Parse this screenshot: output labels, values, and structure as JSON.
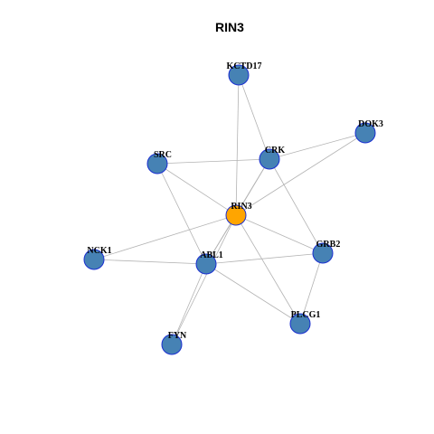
{
  "title": "RIN3",
  "colors": {
    "node_fill": "#4682b4",
    "center_fill": "#ffa500",
    "node_border": "#1a2fd1",
    "edge": "#b3b3b3"
  },
  "nodes": [
    {
      "id": "KCTD17",
      "label": "KCTD17",
      "center": false
    },
    {
      "id": "DOK3",
      "label": "DOK3",
      "center": false
    },
    {
      "id": "SRC",
      "label": "SRC",
      "center": false
    },
    {
      "id": "CRK",
      "label": "CRK",
      "center": false
    },
    {
      "id": "RIN3",
      "label": "RIN3",
      "center": true
    },
    {
      "id": "NCK1",
      "label": "NCK1",
      "center": false
    },
    {
      "id": "ABL1",
      "label": "ABL1",
      "center": false
    },
    {
      "id": "GRB2",
      "label": "GRB2",
      "center": false
    },
    {
      "id": "PLCG1",
      "label": "PLCG1",
      "center": false
    },
    {
      "id": "FYN",
      "label": "FYN",
      "center": false
    }
  ],
  "edges": [
    [
      "KCTD17",
      "RIN3"
    ],
    [
      "KCTD17",
      "CRK"
    ],
    [
      "DOK3",
      "CRK"
    ],
    [
      "DOK3",
      "RIN3"
    ],
    [
      "SRC",
      "CRK"
    ],
    [
      "SRC",
      "RIN3"
    ],
    [
      "SRC",
      "ABL1"
    ],
    [
      "CRK",
      "RIN3"
    ],
    [
      "CRK",
      "ABL1"
    ],
    [
      "CRK",
      "GRB2"
    ],
    [
      "RIN3",
      "NCK1"
    ],
    [
      "RIN3",
      "GRB2"
    ],
    [
      "RIN3",
      "PLCG1"
    ],
    [
      "RIN3",
      "FYN"
    ],
    [
      "RIN3",
      "ABL1"
    ],
    [
      "NCK1",
      "ABL1"
    ],
    [
      "ABL1",
      "GRB2"
    ],
    [
      "ABL1",
      "PLCG1"
    ],
    [
      "ABL1",
      "FYN"
    ],
    [
      "GRB2",
      "PLCG1"
    ]
  ]
}
